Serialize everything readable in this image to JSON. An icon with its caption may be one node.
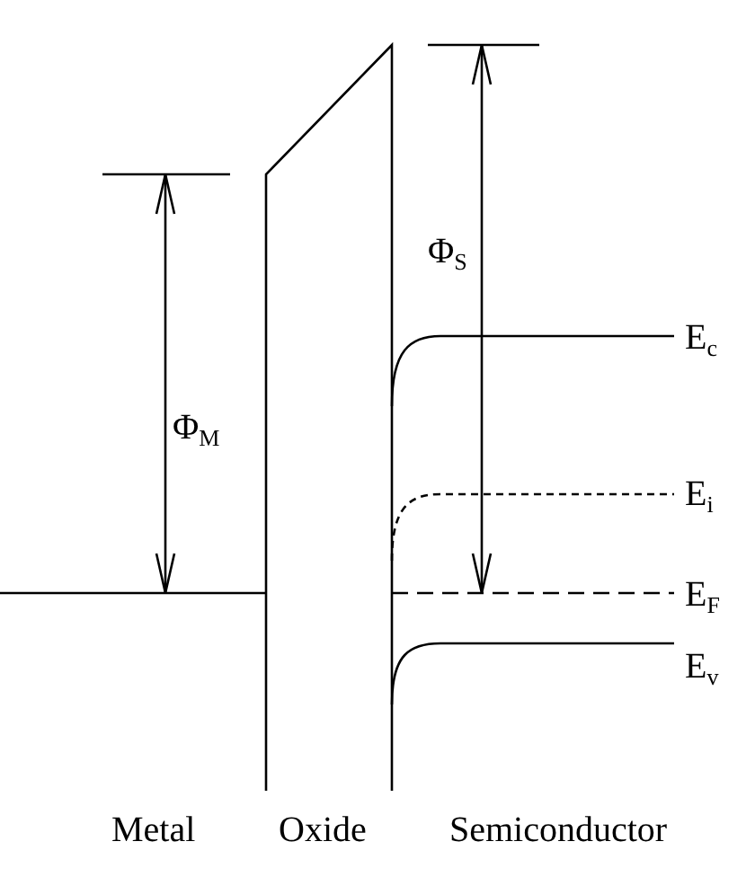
{
  "diagram": {
    "labels": [
      "Φ$_{S}$",
      "Φ$_{M}$",
      "E$_{c}$",
      "E$_{i}$",
      "E$_{F}$",
      "E$_{v}$",
      "Metal",
      "Oxide",
      "Semiconductor"
    ]
  }
}
